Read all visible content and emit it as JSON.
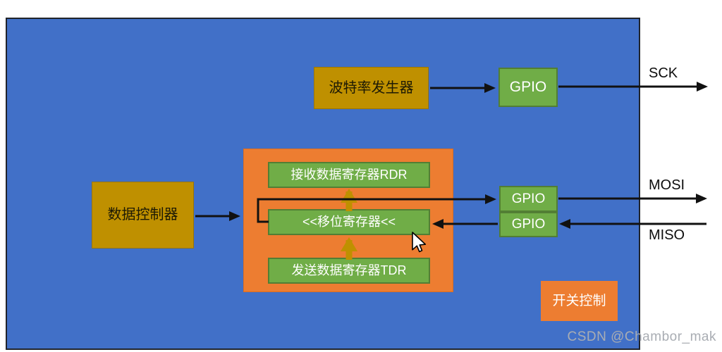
{
  "diagram": {
    "title_hint": "SPI peripheral block diagram",
    "baud_generator": {
      "label": "波特率发生器"
    },
    "gpio_sck": {
      "label": "GPIO"
    },
    "data_controller": {
      "label": "数据控制器"
    },
    "registers": {
      "rdr": "接收数据寄存器RDR",
      "shift": "<<移位寄存器<<",
      "tdr": "发送数据寄存器TDR"
    },
    "gpio_mosi": {
      "label": "GPIO"
    },
    "gpio_miso": {
      "label": "GPIO"
    },
    "switch_control": {
      "label": "开关控制"
    },
    "pins": {
      "sck": "SCK",
      "mosi": "MOSI",
      "miso": "MISO"
    },
    "watermark": "CSDN @Chambor_mak",
    "colors": {
      "chip_background": "#4170C8",
      "chip_border": "#20242B",
      "gold_block": "#BF9000",
      "green_block": "#70AD47",
      "orange_block": "#ED7D31",
      "arrow_black": "#111111",
      "arrow_gold": "#BF9000",
      "page_background": "#FFFFFF"
    }
  }
}
